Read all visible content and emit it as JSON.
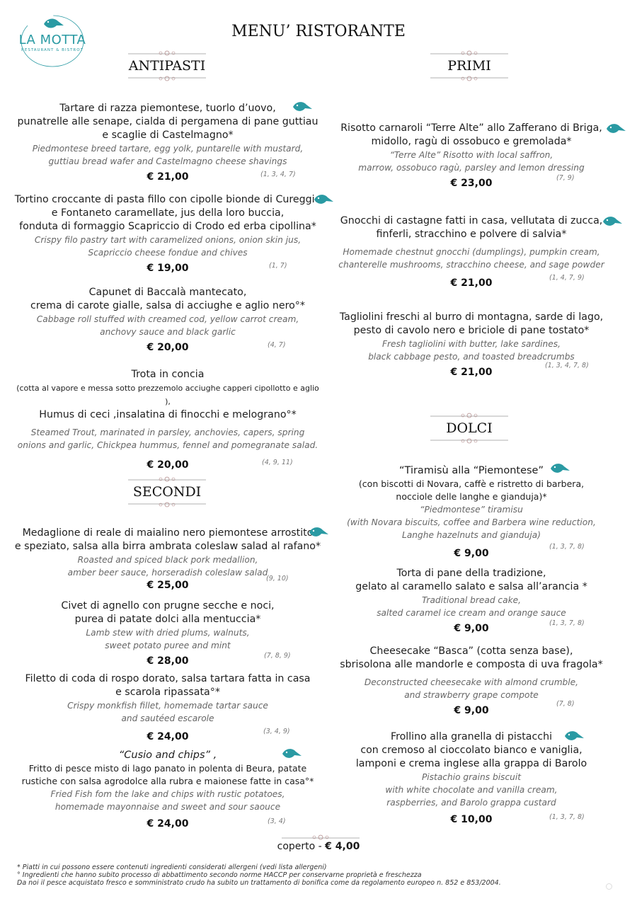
{
  "brand": {
    "name": "LA MOTTA",
    "sub": "RESTAURANT & BISTROT",
    "color": "#2a9aa3",
    "icon": "kingfisher-icon"
  },
  "title": "MENU’ RISTORANTE",
  "sections": {
    "antipasti": "ANTIPASTI",
    "secondi": "SECONDI",
    "primi": "PRIMI",
    "dolci": "DOLCI"
  },
  "antipasti": [
    {
      "it": [
        "Tartare di razza piemontese, tuorlo d’uovo,",
        "punatrelle alle senape, cialda di pergamena di pane guttiau",
        "e scaglie di Castelmagno*"
      ],
      "en": [
        "Piedmontese breed tartare, egg yolk, puntarelle with mustard,",
        "guttiau bread wafer and Castelmagno cheese shavings"
      ],
      "price": "€ 21,00",
      "allergens": "(1, 3, 4, 7)"
    },
    {
      "it": [
        "Tortino croccante di pasta fillo con cipolle bionde di Cureggio",
        "e Fontaneto caramellate, jus della loro buccia,",
        "fonduta di formaggio Scapriccio di Crodo ed erba cipollina*"
      ],
      "en": [
        "Crispy filo pastry tart with caramelized onions, onion skin jus,",
        "Scapriccio cheese fondue and chives"
      ],
      "price": "€ 19,00",
      "allergens": "(1, 7)"
    },
    {
      "it": [
        "Capunet di Baccalà mantecato,",
        "crema di carote gialle, salsa di acciughe e aglio nero°*"
      ],
      "en": [
        "Cabbage roll stuffed with creamed cod, yellow carrot cream,",
        "anchovy sauce and black garlic"
      ],
      "price": "€ 20,00",
      "allergens": "(4, 7)"
    },
    {
      "it": [
        "Trota in concia"
      ],
      "small": "(cotta al vapore e messa sotto prezzemolo acciughe capperi cipollotto e aglio ),",
      "it2": [
        "Humus di ceci ,insalatina di finocchi e melograno°*"
      ],
      "en": [
        "Steamed Trout, marinated in parsley, anchovies, capers, spring",
        "onions and garlic, Chickpea hummus, fennel and pomegranate salad."
      ],
      "price": "€ 20,00",
      "allergens": "(4, 9, 11)"
    }
  ],
  "secondi": [
    {
      "it": [
        "Medaglione di reale di maialino nero piemontese arrostito",
        "e speziato, salsa alla birra ambrata coleslaw salad al rafano*"
      ],
      "en": [
        "Roasted and spiced black pork medallion,",
        "amber beer sauce, horseradish coleslaw salad"
      ],
      "price": "€ 25,00",
      "allergens": "(9, 10)"
    },
    {
      "it": [
        "Civet di agnello con prugne secche e noci,",
        "purea di patate dolci alla mentuccia*"
      ],
      "en": [
        "Lamb stew with dried plums, walnuts,",
        "sweet potato puree and mint"
      ],
      "price": "€ 28,00",
      "allergens": "(7, 8, 9)"
    },
    {
      "it": [
        "Filetto di coda di rospo dorato, salsa tartara fatta in casa",
        "e scarola ripassata°*"
      ],
      "en": [
        "Crispy monkfish fillet, homemade tartar sauce",
        "and sautéed escarole"
      ],
      "price": "€ 24,00",
      "allergens": "(3, 4, 9)"
    },
    {
      "head": "“Cusio and chips” ,",
      "it": [
        "Fritto di pesce misto di lago panato in polenta di Beura, patate",
        "rustiche con salsa agrodolce alla rubra e maionese fatte in casa°*"
      ],
      "en": [
        "Fried Fish fom the lake and chips with rustic potatoes,",
        "homemade mayonnaise and sweet and sour saouce"
      ],
      "price": "€ 24,00",
      "allergens": "(3, 4)"
    }
  ],
  "primi": [
    {
      "it": [
        "Risotto carnaroli “Terre Alte” allo Zafferano di Briga,",
        "midollo, ragù di ossobuco e gremolada*"
      ],
      "en": [
        "“Terre Alte” Risotto with local saffron,",
        "marrow, ossobuco ragù, parsley and lemon dressing"
      ],
      "price": "€ 23,00",
      "allergens": "(7, 9)"
    },
    {
      "it": [
        "Gnocchi di castagne fatti in casa, vellutata di zucca,",
        "finferli, stracchino e polvere di salvia*"
      ],
      "en": [
        "Homemade chestnut gnocchi (dumplings), pumpkin cream,",
        "chanterelle mushrooms, stracchino cheese, and sage powder"
      ],
      "price": "€ 21,00",
      "allergens": "(1, 4, 7, 9)"
    },
    {
      "it": [
        "Tagliolini freschi al burro di montagna, sarde di lago,",
        "pesto di cavolo nero e briciole di pane tostato*"
      ],
      "en": [
        "Fresh tagliolini with butter, lake sardines,",
        "black cabbage pesto, and toasted breadcrumbs"
      ],
      "price": "€ 21,00",
      "allergens": "(1, 3, 4, 7, 8)"
    }
  ],
  "dolci": [
    {
      "it": [
        "“Tiramisù alla “Piemontese”"
      ],
      "small": [
        "(con biscotti di Novara, caffè e ristretto di barbera,",
        "nocciole delle langhe e gianduja)*"
      ],
      "en": [
        "“Piedmontese” tiramisu",
        "(with Novara biscuits, coffee and Barbera wine reduction,",
        "Langhe hazelnuts and gianduja)"
      ],
      "price": "€ 9,00",
      "allergens": "(1, 3, 7, 8)"
    },
    {
      "it": [
        "Torta di pane della tradizione,",
        "gelato al caramello salato e salsa all’arancia *"
      ],
      "en": [
        "Traditional bread cake,",
        "salted caramel ice cream and orange sauce"
      ],
      "price": "€ 9,00",
      "allergens": "(1, 3, 7, 8)"
    },
    {
      "it": [
        "Cheesecake “Basca” (cotta senza base),",
        "sbrisolona alle mandorle e composta di uva fragola*"
      ],
      "en": [
        "Deconstructed cheesecake with almond crumble,",
        "and strawberry grape compote"
      ],
      "price": "€ 9,00",
      "allergens": "(7, 8)"
    },
    {
      "it": [
        "Frollino alla granella di pistacchi",
        "con cremoso al cioccolato bianco e vaniglia,",
        "lamponi e crema inglese alla grappa di Barolo"
      ],
      "en": [
        "Pistachio grains biscuit",
        "with white chocolate and vanilla cream,",
        "raspberries, and Barolo grappa custard"
      ],
      "price": "€ 10,00",
      "allergens": "(1, 3, 7, 8)"
    }
  ],
  "coperto": {
    "label": "coperto - ",
    "price": "€ 4,00"
  },
  "footnotes": [
    "* Piatti in cui possono essere contenuti ingredienti considerati allergeni (vedi lista allergeni)",
    "° Ingredienti che hanno subito processo di abbattimento secondo norme HACCP per conservarne proprietà e freschezza",
    "Da noi il pesce  acquistato fresco e somministrato crudo ha subito un trattamento di bonifica come da regolamento europeo n. 852 e 853/2004."
  ]
}
